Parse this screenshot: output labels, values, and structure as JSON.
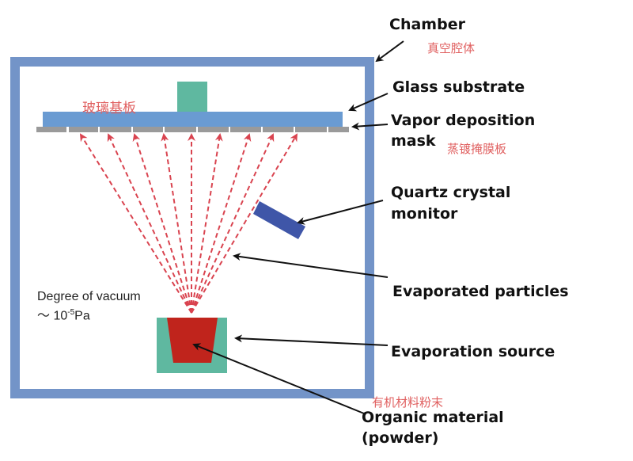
{
  "labels": {
    "chamber": "Chamber",
    "chamber_cn": "真空腔体",
    "glass_substrate": "Glass substrate",
    "glass_substrate_cn": "玻璃基板",
    "mask_line1": "Vapor deposition",
    "mask_line2": "mask",
    "mask_cn": "蒸镀掩膜板",
    "quartz_line1": "Quartz crystal",
    "quartz_line2": "monitor",
    "particles": "Evaporated particles",
    "source": "Evaporation source",
    "organic_cn": "有机材料粉末",
    "organic_line1": "Organic material",
    "organic_line2": "(powder)",
    "vacuum_line1": "Degree of vacuum",
    "vacuum_prefix": "～ 10",
    "vacuum_exp": "-5",
    "vacuum_unit": "Pa"
  },
  "colors": {
    "chamber": "#7394c8",
    "substrate": "#6a9bd2",
    "holder": "#5fb8a0",
    "mask": "#9a9a9a",
    "particles": "#d9434f",
    "material": "#c0241c",
    "monitor": "#3f56a8",
    "chinese_text": "#e06060"
  }
}
